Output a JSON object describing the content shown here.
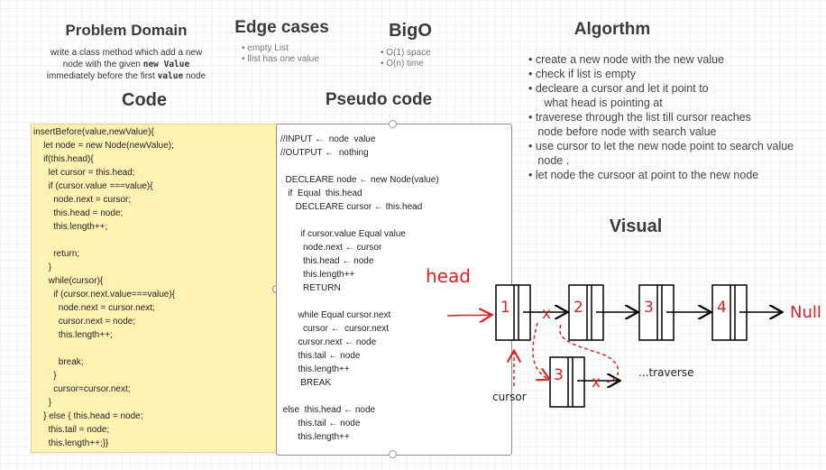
{
  "problem_domain": {
    "title": "Problem Domain",
    "desc_lines": [
      "write a class method which add a new",
      "node with the given new Value",
      "immediately before the first value  node"
    ]
  },
  "edge_cases": {
    "title": "Edge cases",
    "items": [
      "• empty List",
      "• llist has one value"
    ]
  },
  "bigo": {
    "title": "BigO",
    "items": [
      "• O(1) space",
      "• O(n) time"
    ]
  },
  "algorithm": {
    "title": "Algorthm",
    "lines": [
      "• create a new node with the new value",
      "• check if list is empty",
      "• decleare a cursor and let it point to",
      "     what head is pointing at",
      "• traverese through the list till cursor reaches",
      "   node before node with search value",
      "• use cursor to let the new node point to search value",
      "   node .",
      "• let node the cursoor at point to the new node"
    ]
  },
  "code": {
    "title": "Code",
    "lines": [
      "insertBefore(value,newValue){",
      "    let node = new Node(newValue);",
      "    if(this.head){",
      "      let cursor = this.head;",
      "      if (cursor.value ===value){",
      "        node.next = cursor;",
      "        this.head = node;",
      "        this.length++;",
      "",
      "        return;",
      "      }",
      "      while(cursor){",
      "        if (cursor.next.value===value){",
      "          node.next = cursor.next;",
      "          cursor.next = node;",
      "          this.length++;",
      "",
      "          break;",
      "        }",
      "        cursor=cursor.next;",
      "      }",
      "    } else { this.head = node;",
      "      this.tail = node;",
      "      this.length++;}}"
    ]
  },
  "pseudo": {
    "title": "Pseudo code",
    "lines": [
      "//INPUT ←  node  value",
      "//OUTPUT ←  nothing",
      "",
      "  DECLEARE node ← new Node(value)",
      "   if  Equal  this.head",
      "      DECLEARE cursor ← this.head",
      "",
      "        if cursor.value Equal value",
      "         node.next ← cursor",
      "         this.head ← node",
      "         this.length++",
      "         RETURN",
      "",
      "       while Equal cursor.next",
      "         cursor ←  cursor.next",
      "       cursor.next ← node",
      "       this.tail ← node",
      "       this.length++",
      "        BREAK",
      "",
      " else  this.head ← node",
      "       this.tail ← node",
      "       this.length++"
    ]
  },
  "visual": {
    "title": "Visual",
    "head_label": "head",
    "null_label": "Null",
    "nodes": [
      "1",
      "2",
      "3",
      "4"
    ],
    "new_node": "3",
    "cursor_label": "cursor",
    "traverse_label": "...traverse",
    "x_mark": "x"
  },
  "colors": {
    "red": "#e02020",
    "code_bg": "#fff2b3"
  }
}
